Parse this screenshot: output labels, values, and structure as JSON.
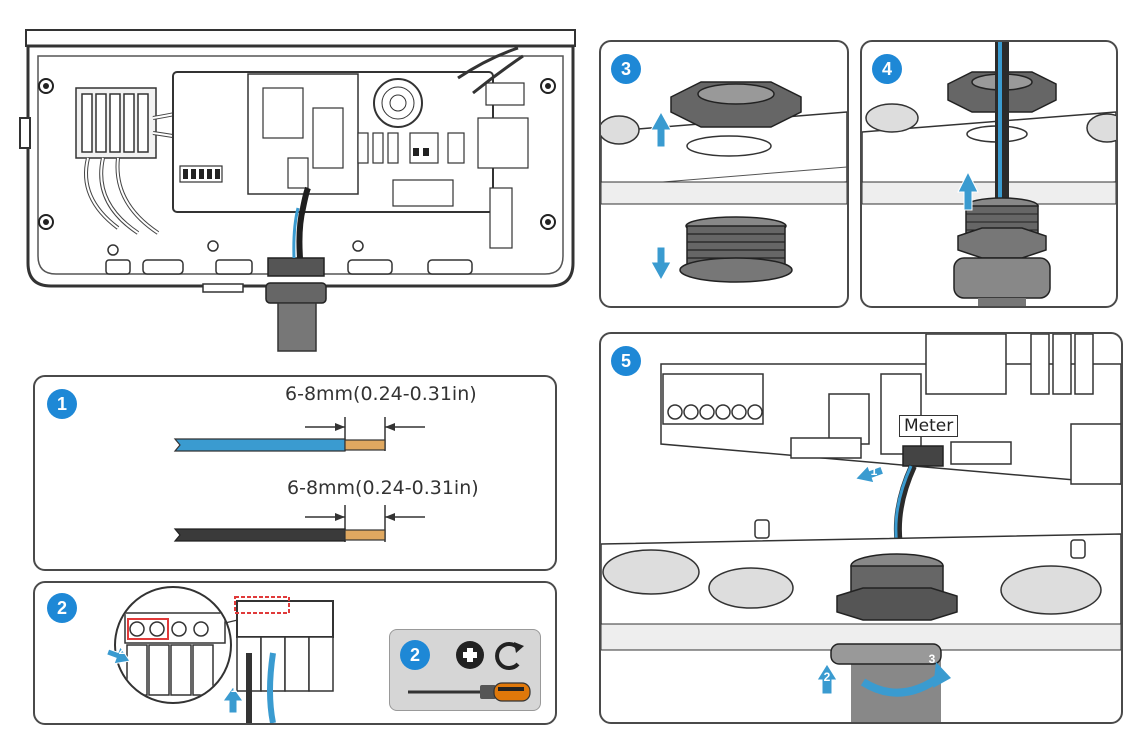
{
  "steps": {
    "s1": "1",
    "s2": "2",
    "s3": "3",
    "s4": "4",
    "s5": "5"
  },
  "step1": {
    "dim_top": "6-8mm(0.24-0.31in)",
    "dim_bottom": "6-8mm(0.24-0.31in)"
  },
  "step2": {
    "sub1": "1",
    "sub2": "2",
    "tool_step": "2"
  },
  "step5": {
    "meter_label": "Meter",
    "sub1": "1",
    "sub2": "2",
    "sub3": "3"
  },
  "colors": {
    "accent": "#1e88d6",
    "wire_blue": "#3a9bd0",
    "wire_black": "#3a3a3a",
    "copper": "#e0a860",
    "highlight_red": "#e03a3a"
  }
}
